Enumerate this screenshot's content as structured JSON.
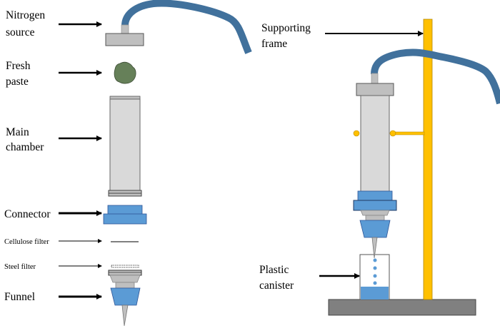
{
  "diagram": {
    "title": "Paste filtration apparatus",
    "colors": {
      "tube": "#41719c",
      "gray_part": "#bfbfbf",
      "chamber": "#d9d9d9",
      "blue_part": "#5b9bd5",
      "paste": "#668059",
      "frame": "#ffc000",
      "base": "#808080",
      "arrow": "#000000"
    },
    "exploded_view": {
      "labels": [
        {
          "id": "nitrogen",
          "lines": [
            "Nitrogen",
            "source"
          ]
        },
        {
          "id": "paste",
          "lines": [
            "Fresh",
            "paste"
          ]
        },
        {
          "id": "chamber",
          "lines": [
            "Main",
            "chamber"
          ]
        },
        {
          "id": "connector",
          "lines": [
            "Connector"
          ]
        },
        {
          "id": "cellulose",
          "lines": [
            "Cellulose filter"
          ]
        },
        {
          "id": "steel",
          "lines": [
            "Steel filter"
          ]
        },
        {
          "id": "funnel",
          "lines": [
            "Funnel"
          ]
        }
      ]
    },
    "assembled_view": {
      "labels": [
        {
          "id": "frame",
          "lines": [
            "Supporting",
            "frame"
          ]
        },
        {
          "id": "canister",
          "lines": [
            "Plastic",
            "canister"
          ]
        }
      ]
    }
  }
}
